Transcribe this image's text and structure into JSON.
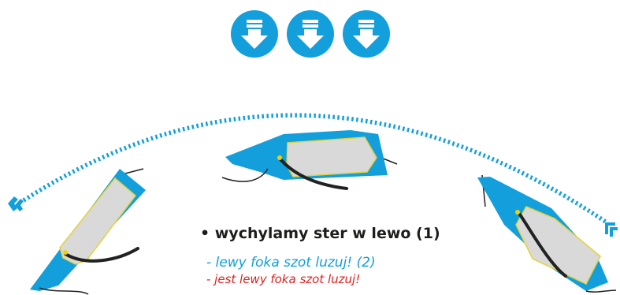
{
  "colors": {
    "accent": "#129fdc",
    "hull": "#129fdc",
    "deck": "#d9d9d9",
    "deck_outline": "#e5d23a",
    "sheet": "#222222",
    "text_main": "#1d1d1b",
    "text_blue": "#0f9fdc",
    "text_red": "#e0211f"
  },
  "icons": [
    "download-arrow-icon",
    "download-arrow-icon",
    "download-arrow-icon"
  ],
  "diagram": {
    "arc": {
      "style": "dotted",
      "ends": [
        "double-chevron-left-icon",
        "double-chevron-up-icon"
      ]
    },
    "boats": [
      {
        "name": "boat-left",
        "state": "leaning left"
      },
      {
        "name": "boat-center",
        "state": "centered"
      },
      {
        "name": "boat-right",
        "state": "leaning right"
      }
    ]
  },
  "captions": {
    "main": "• wychylamy ster w lewo (1)",
    "line1": "- lewy foka szot luzuj! (2)",
    "line2": "- jest lewy foka szot luzuj!"
  }
}
